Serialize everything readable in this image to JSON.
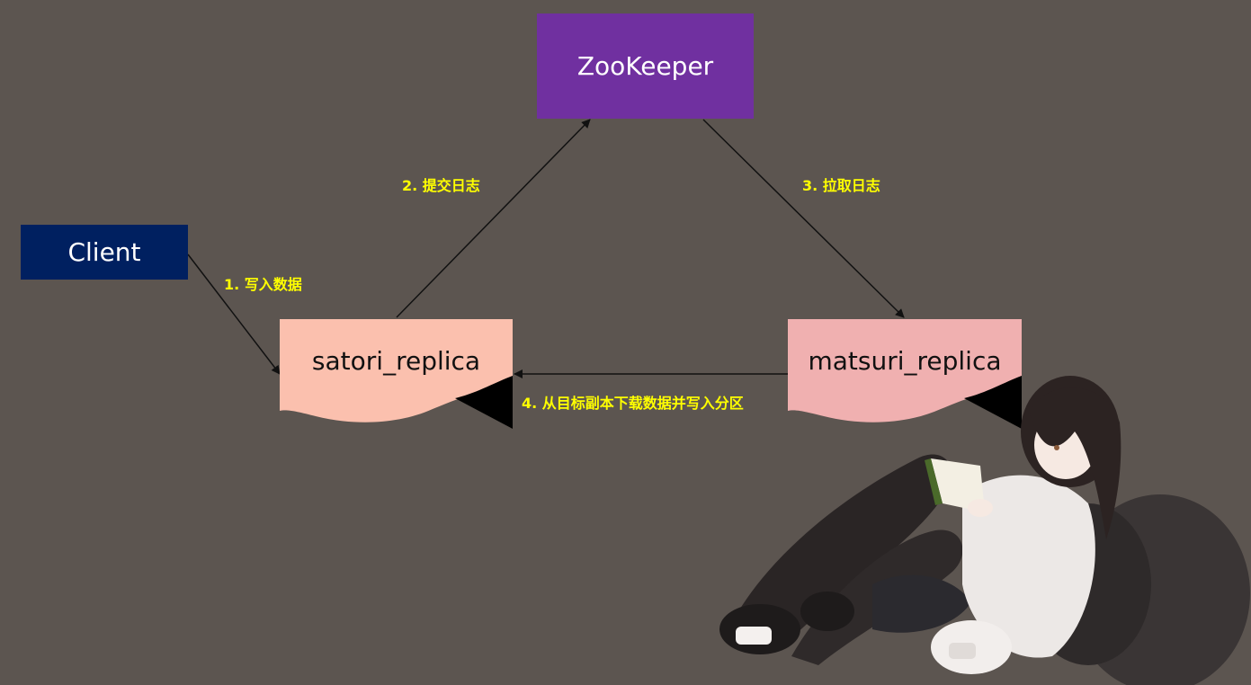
{
  "nodes": {
    "zookeeper": {
      "label": "ZooKeeper",
      "color": "#7030a0"
    },
    "client": {
      "label": "Client",
      "color": "#002060"
    },
    "satori_replica": {
      "label": "satori_replica",
      "color": "#fbc0ae"
    },
    "matsuri_replica": {
      "label": "matsuri_replica",
      "color": "#f0b0b0"
    }
  },
  "edges": {
    "write_data": "1. 写入数据",
    "commit_log": "2. 提交日志",
    "pull_log": "3. 拉取日志",
    "download_write": "4. 从目标副本下载数据并写入分区"
  },
  "colors": {
    "background": "#5c5550",
    "edge_label": "#ffff00",
    "arrow": "#000000"
  },
  "decoration": {
    "icon": "anime-girl-reading-illustration"
  }
}
